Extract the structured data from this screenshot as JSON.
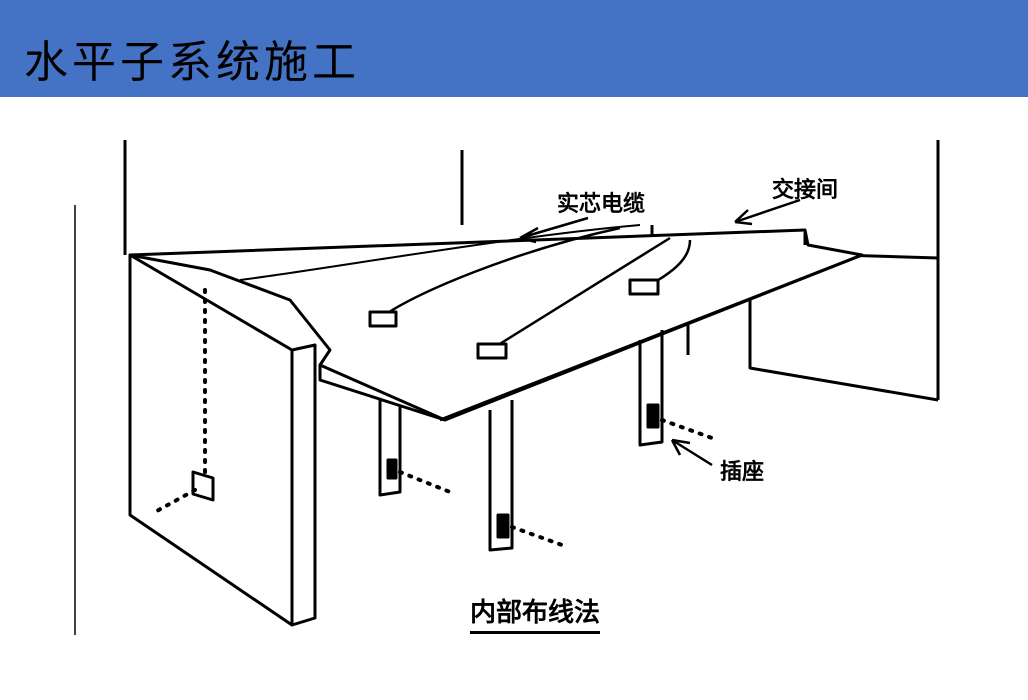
{
  "slide": {
    "title": "水平子系统施工"
  },
  "diagram": {
    "labels": {
      "solid_cable": "实芯电缆",
      "cross_connect_room": "交接间",
      "outlet": "插座"
    },
    "caption": "内部布线法"
  },
  "colors": {
    "header_bg": "#4472c4"
  }
}
